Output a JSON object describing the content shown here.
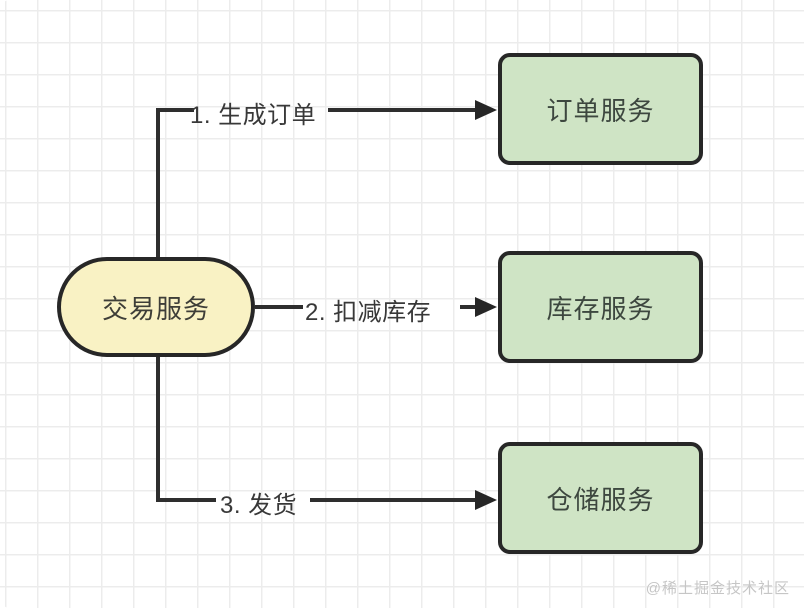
{
  "diagram": {
    "nodes": {
      "trade": {
        "label": "交易服务",
        "shape": "pill",
        "fill": "#f9f2c4"
      },
      "order": {
        "label": "订单服务",
        "shape": "rect",
        "fill": "#cfe4c5"
      },
      "inventory": {
        "label": "库存服务",
        "shape": "rect",
        "fill": "#cfe4c5"
      },
      "warehouse": {
        "label": "仓储服务",
        "shape": "rect",
        "fill": "#cfe4c5"
      }
    },
    "edges": [
      {
        "step": "1",
        "label": "1. 生成订单",
        "from": "交易服务",
        "to": "订单服务"
      },
      {
        "step": "2",
        "label": "2. 扣减库存",
        "from": "交易服务",
        "to": "库存服务"
      },
      {
        "step": "3",
        "label": "3. 发货",
        "from": "交易服务",
        "to": "仓储服务"
      }
    ],
    "colors": {
      "background": "#ffffff",
      "grid_line": "#ececec",
      "node_border": "#272727",
      "connector_line": "#2e2e2e",
      "pill_fill": "#f9f2c4",
      "rect_fill": "#cfe4c5",
      "node_text": "#3d473f",
      "edge_label_text": "#383838",
      "watermark_text": "#c6c6c6"
    }
  },
  "watermark": {
    "text": "@稀土掘金技术社区"
  }
}
